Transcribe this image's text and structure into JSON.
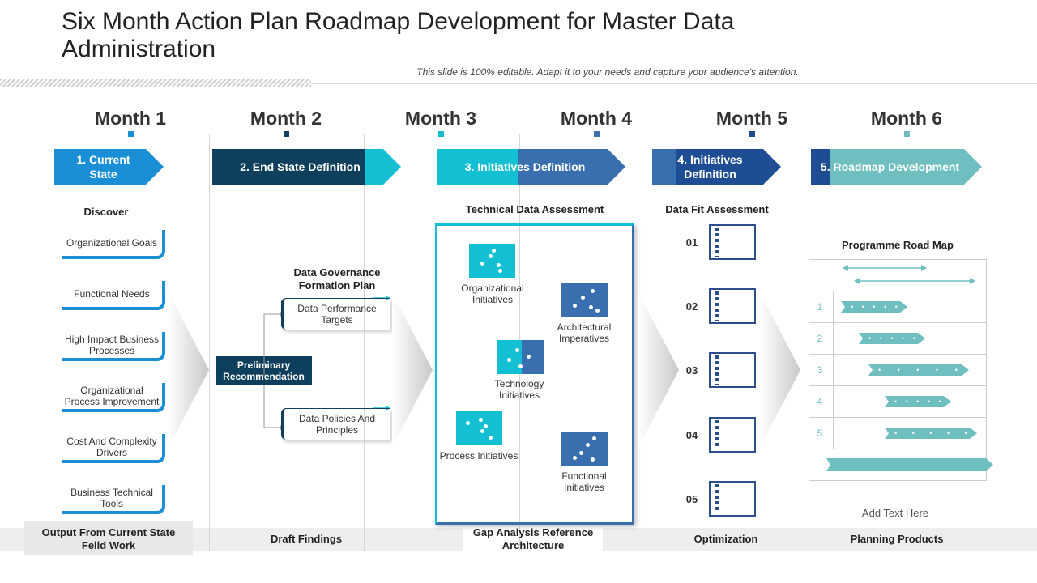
{
  "title": "Six Month Action Plan Roadmap Development for Master Data Administration",
  "subtitle": "This slide is 100% editable. Adapt it to your needs and capture your audience's attention.",
  "months": [
    "Month 1",
    "Month 2",
    "Month 3",
    "Month 4",
    "Month 5",
    "Month 6"
  ],
  "phases": [
    "1. Current State",
    "2. End State Definition",
    "3. Initiatives Definition",
    "4. Initiatives Definition",
    "5. Roadmap Development"
  ],
  "col1": {
    "heading": "Discover",
    "items": [
      "Organizational Goals",
      "Functional Needs",
      "High Impact Business Processes",
      "Organizational Process Improvement",
      "Cost And Complexity Drivers",
      "Business Technical Tools"
    ]
  },
  "col2": {
    "heading": "Data Governance Formation Plan",
    "recommendation": "Preliminary Recommendation",
    "branch_top": "Data Performance Targets",
    "branch_bottom": "Data Policies And Principles"
  },
  "col3": {
    "heading": "Technical Data Assessment",
    "items": [
      "Organizational Initiatives",
      "Architectural Imperatives",
      "Technology Initiatives",
      "Process Initiatives",
      "Functional Initiatives"
    ]
  },
  "col4": {
    "heading": "Data Fit Assessment",
    "numbers": [
      "01",
      "02",
      "03",
      "04",
      "05"
    ]
  },
  "col5": {
    "heading": "Programme Road Map",
    "rows": [
      "1",
      "2",
      "3",
      "4",
      "5"
    ],
    "note": "Add Text Here",
    "bar_dots": [
      "• • • • •",
      "• • • • •",
      "• • • • • •",
      "• • • • •",
      "• • • • • •"
    ]
  },
  "footer": [
    "Output From Current State Felid Work",
    "Draft Findings",
    "Gap Analysis Reference Architecture",
    "Optimization",
    "Planning Products"
  ],
  "colors": {
    "phase1": "#1b8fd6",
    "phase2": "#0e3f5c",
    "phase3": "#13c0d3",
    "phase4": "#3a6faf",
    "phase5": "#1f4d94",
    "teal": "#6fbfc1"
  }
}
